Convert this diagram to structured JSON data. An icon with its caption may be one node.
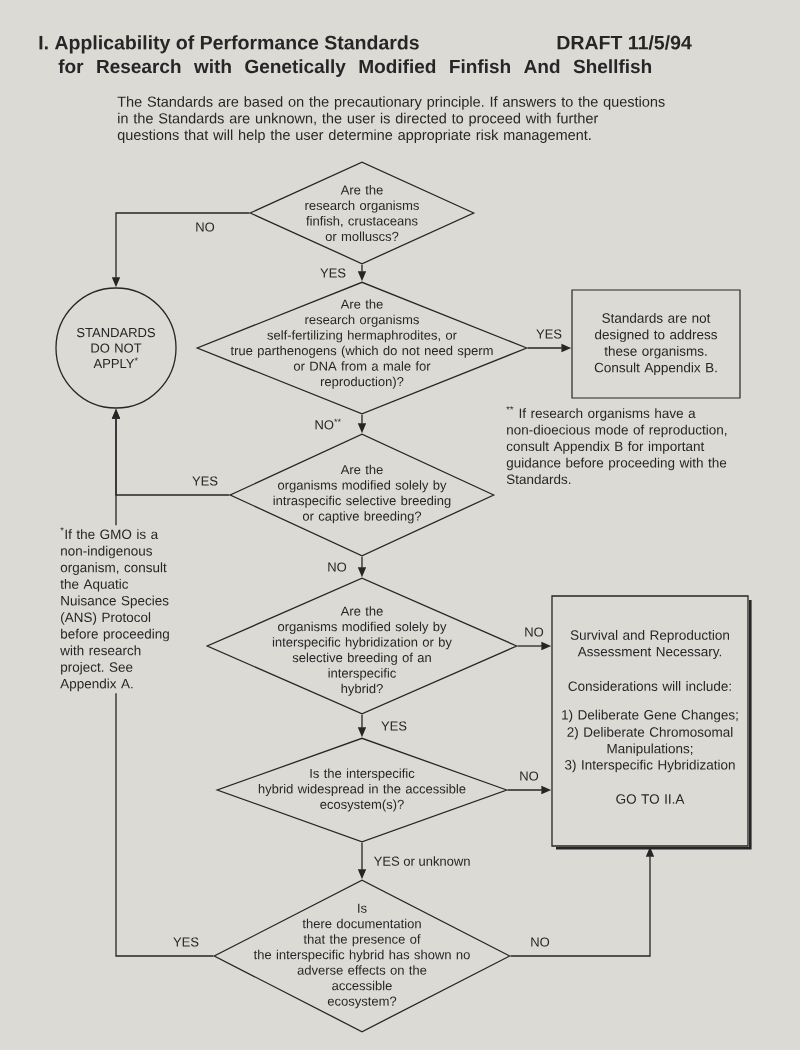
{
  "diagram": {
    "title": "I. Applicability of Performance Standards",
    "nodes": [
      {
        "text": [
          "Are the research organisms finfish, crustaceans or molluscs?"
        ]
      },
      {
        "text": [
          "STANDARDS DO NOT APPLY$^{*}$"
        ]
      },
      {
        "text": [
          "Are the research organisms self-fertilizing hermaphrodites, or true parthenogens (which do not need sperm or DNA from a male for reproduction)?"
        ]
      },
      {
        "text": [
          "Standards are not designed to address these organisms. Consult Appendix B."
        ]
      },
      {
        "text": [
          "Are the organisms modified solely by intraspecific selective breeding or captive breeding?"
        ]
      },
      {
        "text": [
          "Are the organisms modified solely by interspecific hybridization or by selective breeding of an interspecific hybrid?"
        ]
      },
      {
        "text": [
          "Survival and Reproduction Assessment Necessary.",
          "Considerations will include:",
          "1) Deliberate Gene Changes;",
          "2) Deliberate Chromosomal Manipulations;",
          "3) Interspecific Hybridization",
          "GO TO II.A"
        ]
      },
      {
        "text": [
          "Is the interspecific hybrid widespread in the accessible ecosystem(s)?"
        ]
      },
      {
        "text": [
          "Is there documentation that the presence of the interspecific hybrid has shown no adverse effects on the accessible ecosystem?"
        ]
      }
    ],
    "edges": [
      {
        "from": 0,
        "to": 1,
        "arrow": "to",
        "label": "NO"
      },
      {
        "from": 0,
        "to": 2,
        "arrow": "to",
        "label": "YES"
      },
      {
        "from": 2,
        "to": 3,
        "arrow": "to",
        "label": "YES"
      },
      {
        "from": 2,
        "to": 4,
        "arrow": "to",
        "label": "NO$^{**}$"
      },
      {
        "from": 4,
        "to": 1,
        "arrow": "to",
        "label": "YES"
      },
      {
        "from": 4,
        "to": 5,
        "arrow": "to",
        "label": "NO"
      },
      {
        "from": 5,
        "to": 6,
        "arrow": "to",
        "label": "NO"
      },
      {
        "from": 5,
        "to": 7,
        "arrow": "to",
        "label": "YES"
      },
      {
        "from": 7,
        "to": 6,
        "arrow": "to",
        "label": "NO"
      },
      {
        "from": 7,
        "to": 8,
        "arrow": "to",
        "label": "YES or unknown"
      },
      {
        "from": 8,
        "to": 1,
        "arrow": "to",
        "label": "YES"
      },
      {
        "from": 8,
        "to": 6,
        "arrow": "to",
        "label": "NO"
      }
    ],
    "labels": [
      "DRAFT 11/5/94",
      "for Research with Genetically Modified Finfish And Shellfish",
      "The Standards are based on the precautionary principle. If answers to the questions in the Standards are unknown, the user is directed to proceed with further questions that will help the user determine appropriate risk management.",
      "$^{**}$ If research organisms have a non-dioecious mode of reproduction, consult Appendix B for important guidance before proceeding with the Standards.",
      "$^{*}$If the GMO is a non-indigenous organism, consult the Aquatic Nuisance Species (ANS) Protocol before proceeding with research project. See Appendix A."
    ]
  }
}
